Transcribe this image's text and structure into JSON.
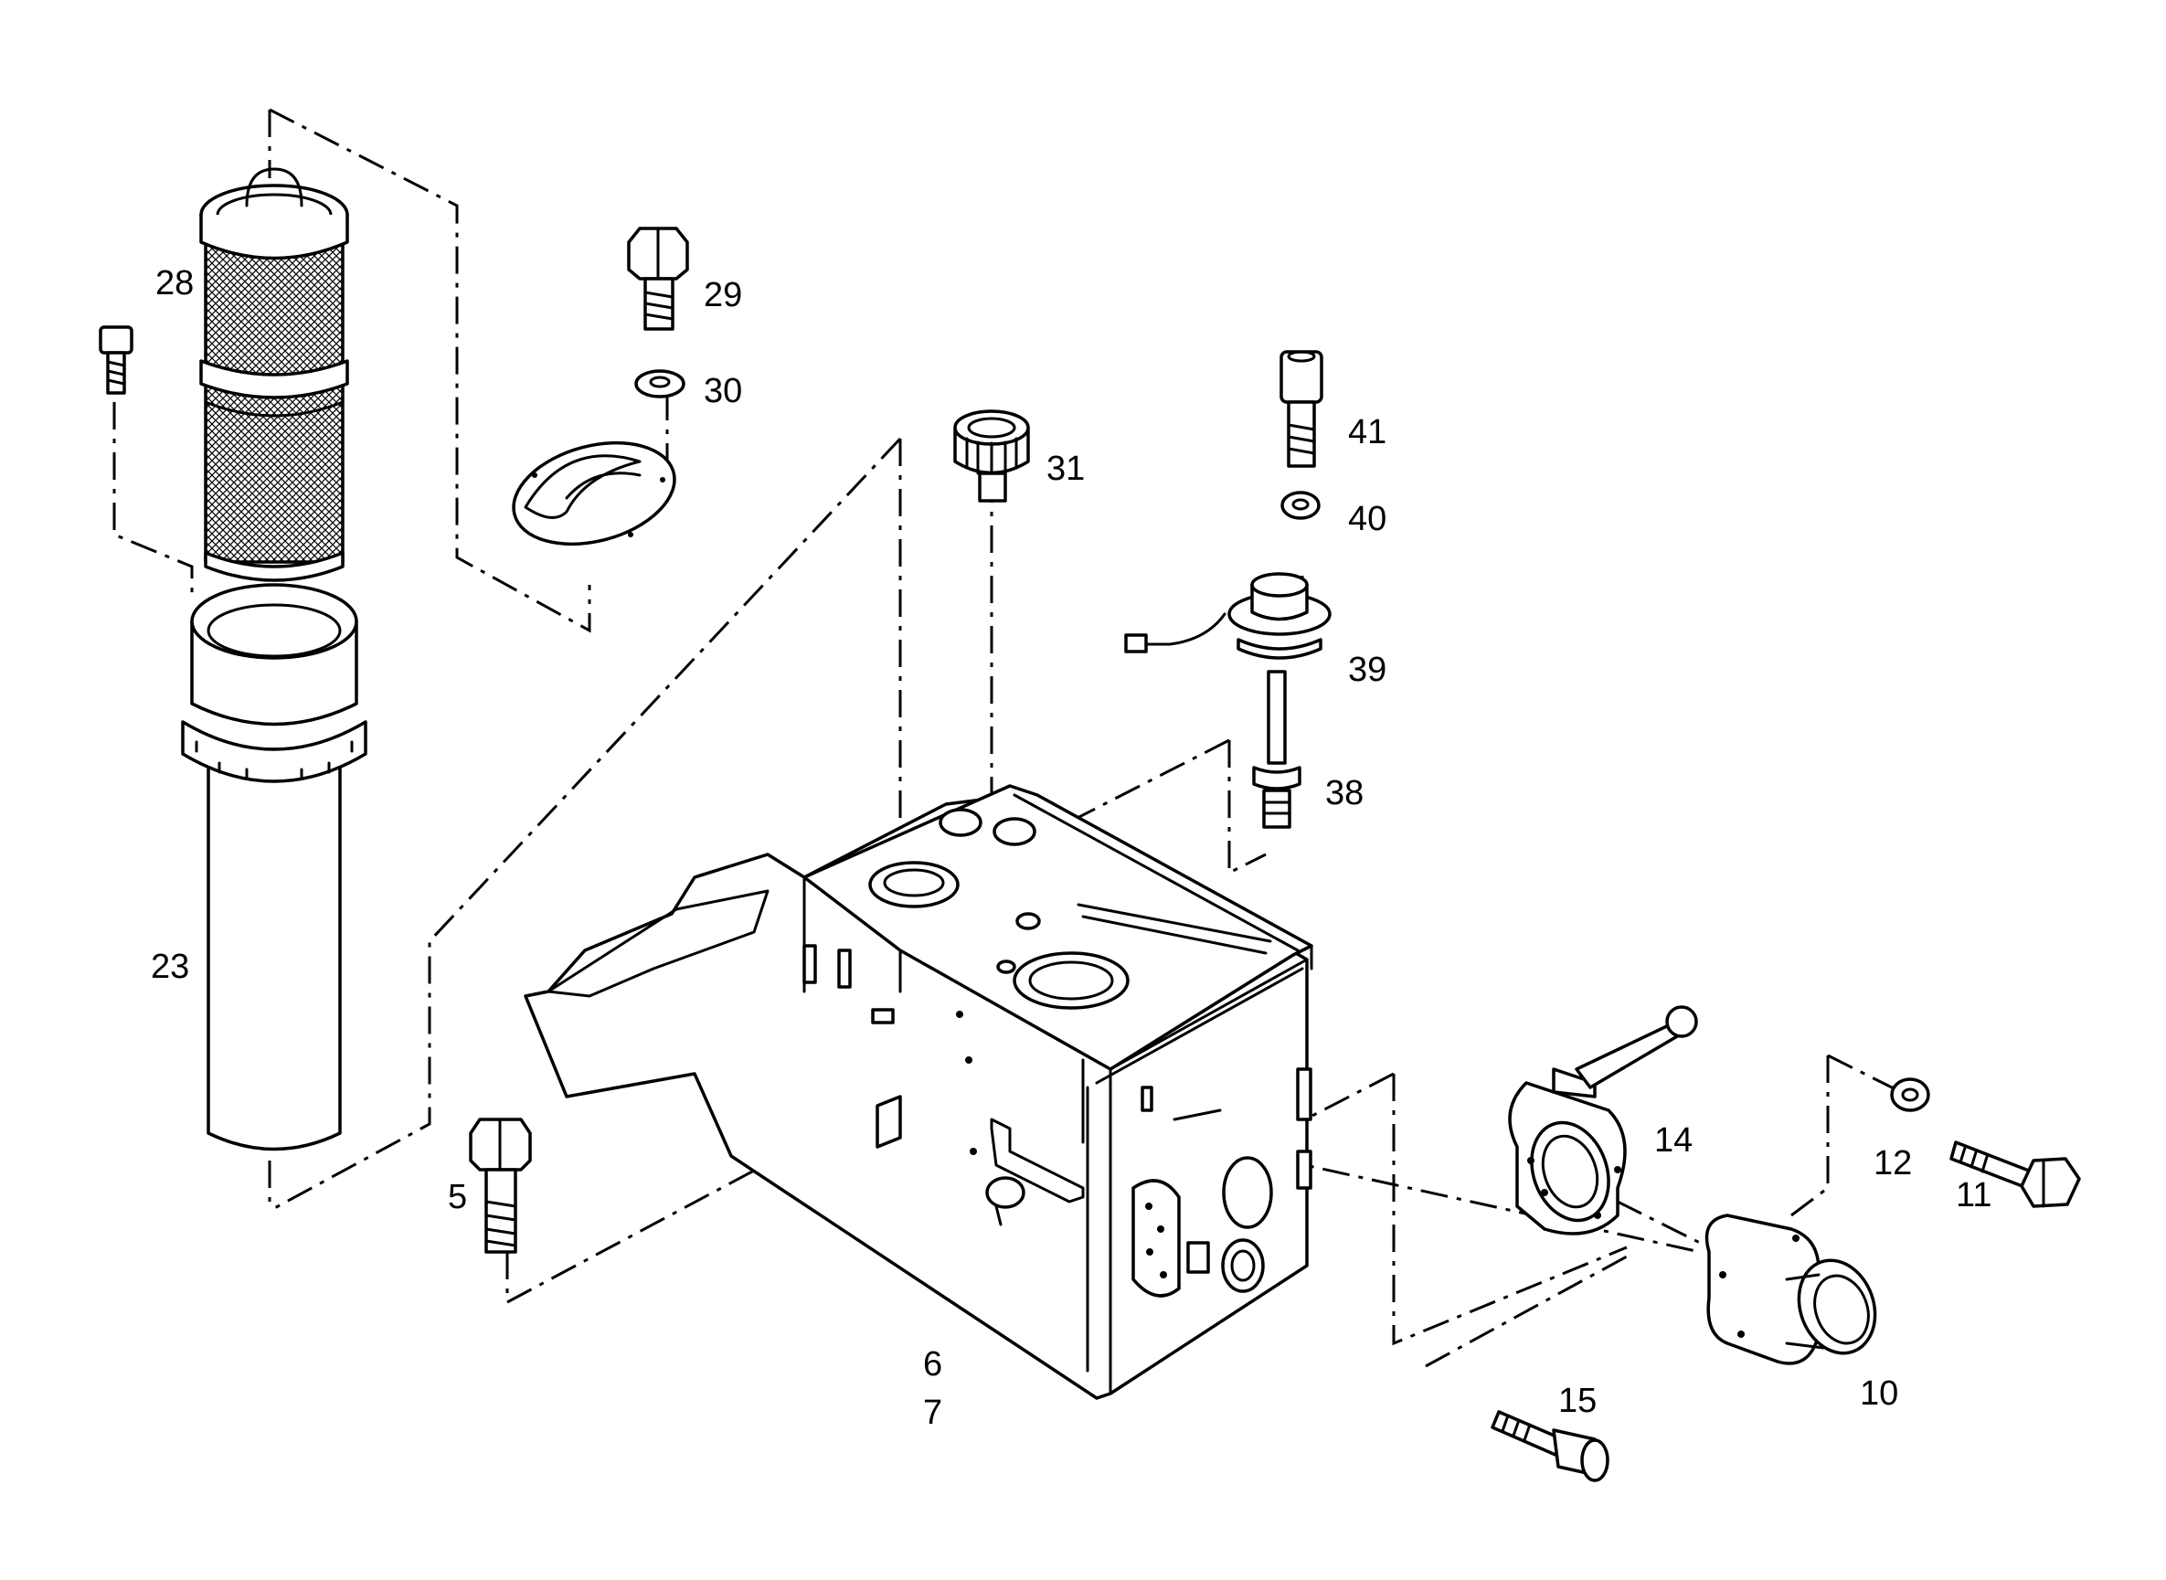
{
  "diagram": {
    "callouts": {
      "c28": "28",
      "c29": "29",
      "c30": "30",
      "c31": "31",
      "c41": "41",
      "c40": "40",
      "c39": "39",
      "c38": "38",
      "c23": "23",
      "c5": "5",
      "c6": "6",
      "c7": "7",
      "c14": "14",
      "c12": "12",
      "c11": "11",
      "c10": "10",
      "c15": "15"
    }
  }
}
